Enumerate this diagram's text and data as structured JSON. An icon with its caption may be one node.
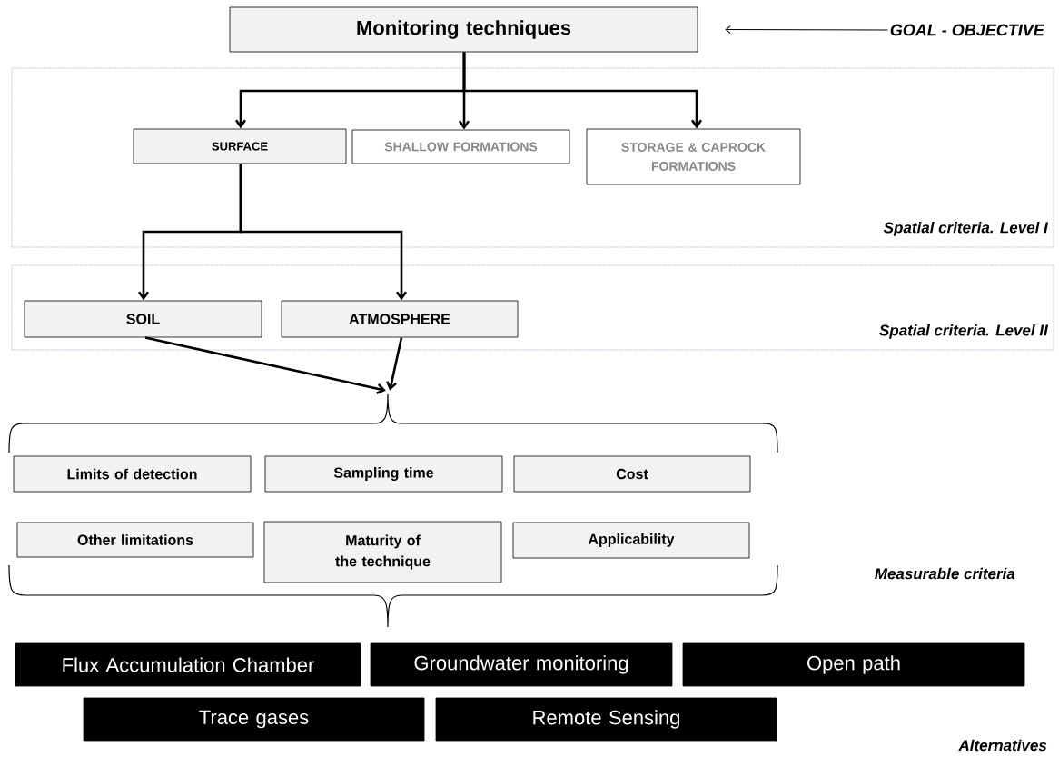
{
  "diagram": {
    "nodes": [
      {
        "text": [
          "Monitoring techniques"
        ]
      },
      {
        "text": [
          "Spatial criteria. Level I"
        ]
      },
      {
        "text": [
          "SURFACE"
        ],
        "in": 1
      },
      {
        "text": [
          "SHALLOW FORMATIONS"
        ],
        "in": 1
      },
      {
        "text": [
          "STORAGE & CAPROCK FORMATIONS"
        ],
        "in": 1
      },
      {
        "text": [
          "Spatial criteria. Level II"
        ]
      },
      {
        "text": [
          "SOIL"
        ],
        "in": 5
      },
      {
        "text": [
          "ATMOSPHERE"
        ],
        "in": 5
      },
      {
        "text": [
          "Limits of detection"
        ]
      },
      {
        "text": [
          "Sampling time"
        ]
      },
      {
        "text": [
          "Cost"
        ]
      },
      {
        "text": [
          "Other limitations"
        ]
      },
      {
        "text": [
          "Maturity of the technique"
        ]
      },
      {
        "text": [
          "Applicability"
        ]
      },
      {
        "text": [
          "Flux Accumulation Chamber"
        ]
      },
      {
        "text": [
          "Groundwater monitoring"
        ]
      },
      {
        "text": [
          "Open path"
        ]
      },
      {
        "text": [
          "Trace gases"
        ]
      },
      {
        "text": [
          "Remote Sensing"
        ]
      },
      {
        "text": [
          "GOAL - OBJECTIVE"
        ]
      },
      {
        "text": [],
        "shape": "brace"
      }
    ],
    "edges": [
      {
        "from": 0,
        "to": 2,
        "arrow": "to"
      },
      {
        "from": 0,
        "to": 3,
        "arrow": "to"
      },
      {
        "from": 0,
        "to": 4,
        "arrow": "to"
      },
      {
        "from": 2,
        "to": 6,
        "arrow": "to"
      },
      {
        "from": 2,
        "to": 7,
        "arrow": "to"
      },
      {
        "from": 6,
        "to": 20,
        "arrow": "to"
      },
      {
        "from": 7,
        "to": 20,
        "arrow": "to"
      },
      {
        "from": 19,
        "to": 0,
        "arrow": "to"
      }
    ],
    "labels": [
      "Measurable criteria",
      "Alternatives"
    ]
  }
}
